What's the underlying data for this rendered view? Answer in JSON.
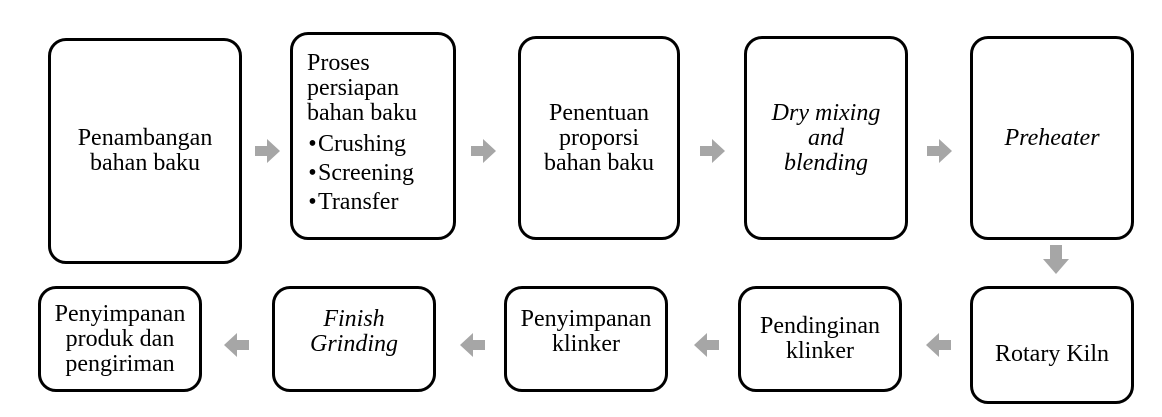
{
  "steps": {
    "s1": "Penambangan bahan baku",
    "s2_title": "Proses persiapan bahan baku",
    "s2_items": [
      "Crushing",
      "Screening",
      "Transfer"
    ],
    "s3": "Penentuan proporsi bahan baku",
    "s4": "Dry mixing and blending",
    "s5": "Preheater",
    "s6": "Rotary Kiln",
    "s7": "Pendinginan klinker",
    "s8": "Penyimpanan klinker",
    "s9": "Finish Grinding",
    "s10": "Penyimpanan produk dan pengiriman"
  },
  "colors": {
    "arrow": "#a6a6a6",
    "border": "#000000"
  }
}
